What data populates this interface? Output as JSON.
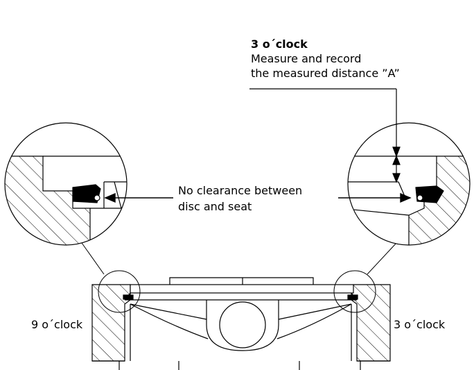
{
  "top_annotation": {
    "heading": "3 o´clock",
    "line1": "Measure and record",
    "line2": "the measured distance ”A”"
  },
  "center_annotation": {
    "line1": "No clearance between",
    "line2": "disc and seat"
  },
  "side_labels": {
    "left": "9 o´clock",
    "right": "3 o´clock"
  }
}
